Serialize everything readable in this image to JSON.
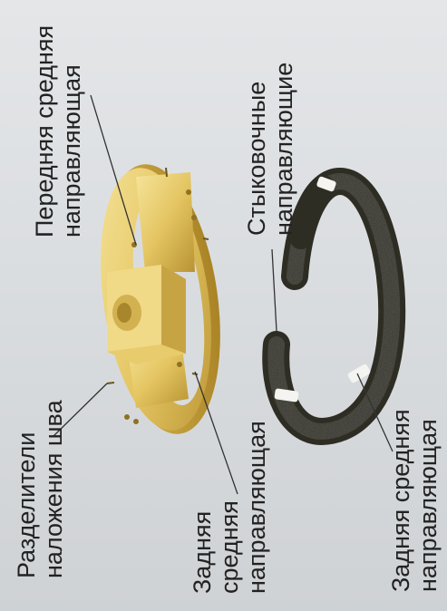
{
  "labels": {
    "front_middle_guide": [
      "Передняя средняя",
      "направляющая"
    ],
    "seam_separators": [
      "Разделители",
      "наложения шва"
    ],
    "rear_middle_guide_left": [
      "Задняя",
      "средняя",
      "направляющая"
    ],
    "docking_guides": [
      "Стыковочные",
      "направляющие"
    ],
    "rear_middle_guide_right": [
      "Задняя средняя",
      "направляющая"
    ]
  },
  "colors": {
    "background": "#dde0e2",
    "gold_part": "#e7c966",
    "gold_shadow": "#b8932f",
    "dark_ring": "#3a382c",
    "white_guide": "#f4f4f0",
    "text": "#222222"
  }
}
